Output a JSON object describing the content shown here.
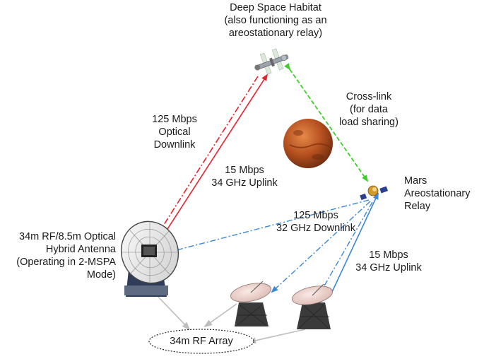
{
  "labels": {
    "habitat": [
      "Deep Space Habitat",
      "(also functioning as an",
      "areostationary relay)"
    ],
    "crosslink": [
      "Cross-link",
      "(for data",
      "load sharing)"
    ],
    "mars_relay": [
      "Mars",
      "Areostationary",
      "Relay"
    ],
    "optical_downlink": [
      "125 Mbps",
      "Optical",
      "Downlink"
    ],
    "uplink_habitat": [
      "15 Mbps",
      "34 GHz Uplink"
    ],
    "downlink_32": [
      "125 Mbps",
      "32 GHz Downlink"
    ],
    "uplink_relay": [
      "15 Mbps",
      "34 GHz Uplink"
    ],
    "hybrid_antenna": [
      "34m RF/8.5m Optical",
      "Hybrid Antenna",
      "(Operating in 2-MSPA",
      "Mode)"
    ],
    "rf_array": "34m RF Array"
  },
  "colors": {
    "optical_downlink": "#e8202a",
    "uplink": "#3a86d8",
    "crosslink": "#3fcf2a",
    "array_arrows": "#bdbdbd",
    "mars": "#b5501f",
    "dish": "#f3ddd8"
  },
  "icons": [
    "habitat-spacecraft-icon",
    "mars-planet-icon",
    "relay-satellite-icon",
    "hybrid-antenna-icon",
    "rf-dish-icon"
  ]
}
